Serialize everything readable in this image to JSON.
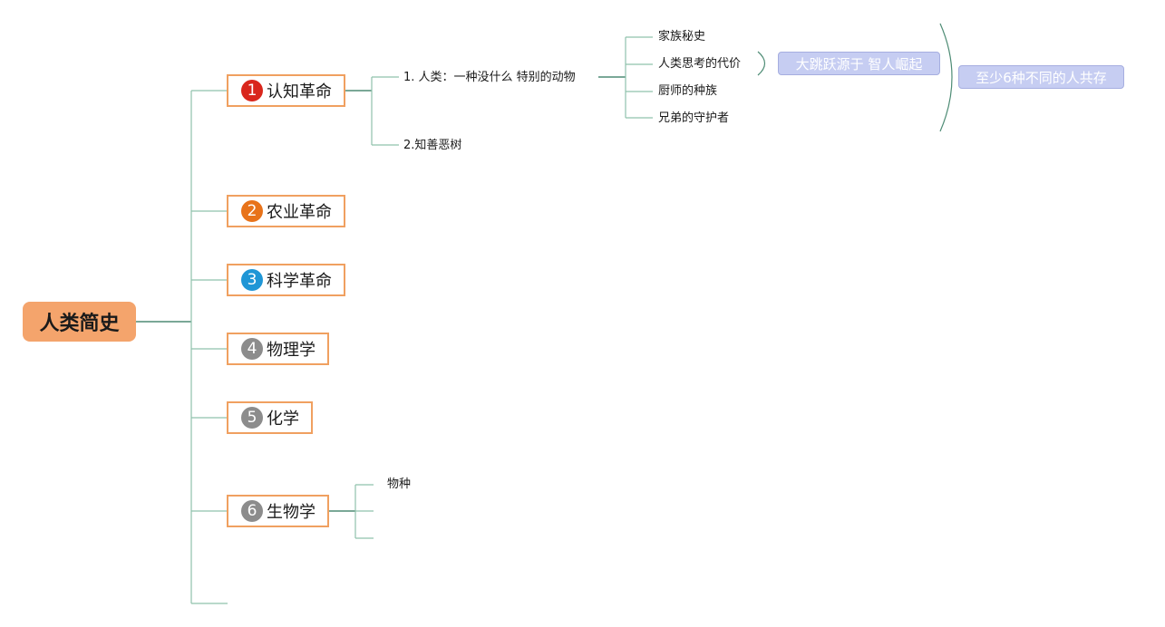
{
  "root": {
    "label": "人类简史"
  },
  "topics": [
    {
      "num": "1",
      "label": "认知革命",
      "badge_color": "#d9261c"
    },
    {
      "num": "2",
      "label": "农业革命",
      "badge_color": "#e8731a"
    },
    {
      "num": "3",
      "label": "科学革命",
      "badge_color": "#1f96d6"
    },
    {
      "num": "4",
      "label": "物理学",
      "badge_color": "#8c8c8c"
    },
    {
      "num": "5",
      "label": "化学",
      "badge_color": "#8c8c8c"
    },
    {
      "num": "6",
      "label": "生物学",
      "badge_color": "#8c8c8c"
    }
  ],
  "cognitive": {
    "children": [
      "1. 人类：一种没什么 特别的动物",
      "2.知善恶树"
    ],
    "sub_children": [
      "家族秘史",
      "人类思考的代价",
      "厨师的种族",
      "兄弟的守护者"
    ],
    "summary_inner": "大跳跃源于 智人崛起",
    "summary_outer": "至少6种不同的人共存"
  },
  "biology": {
    "children": [
      "物种"
    ]
  },
  "colors": {
    "connector": "#8fc2ac",
    "connector_dark": "#4e8c75",
    "topic_border": "#f0a060",
    "root_fill": "#f4a46c",
    "summary_fill": "#c6cdf2"
  }
}
